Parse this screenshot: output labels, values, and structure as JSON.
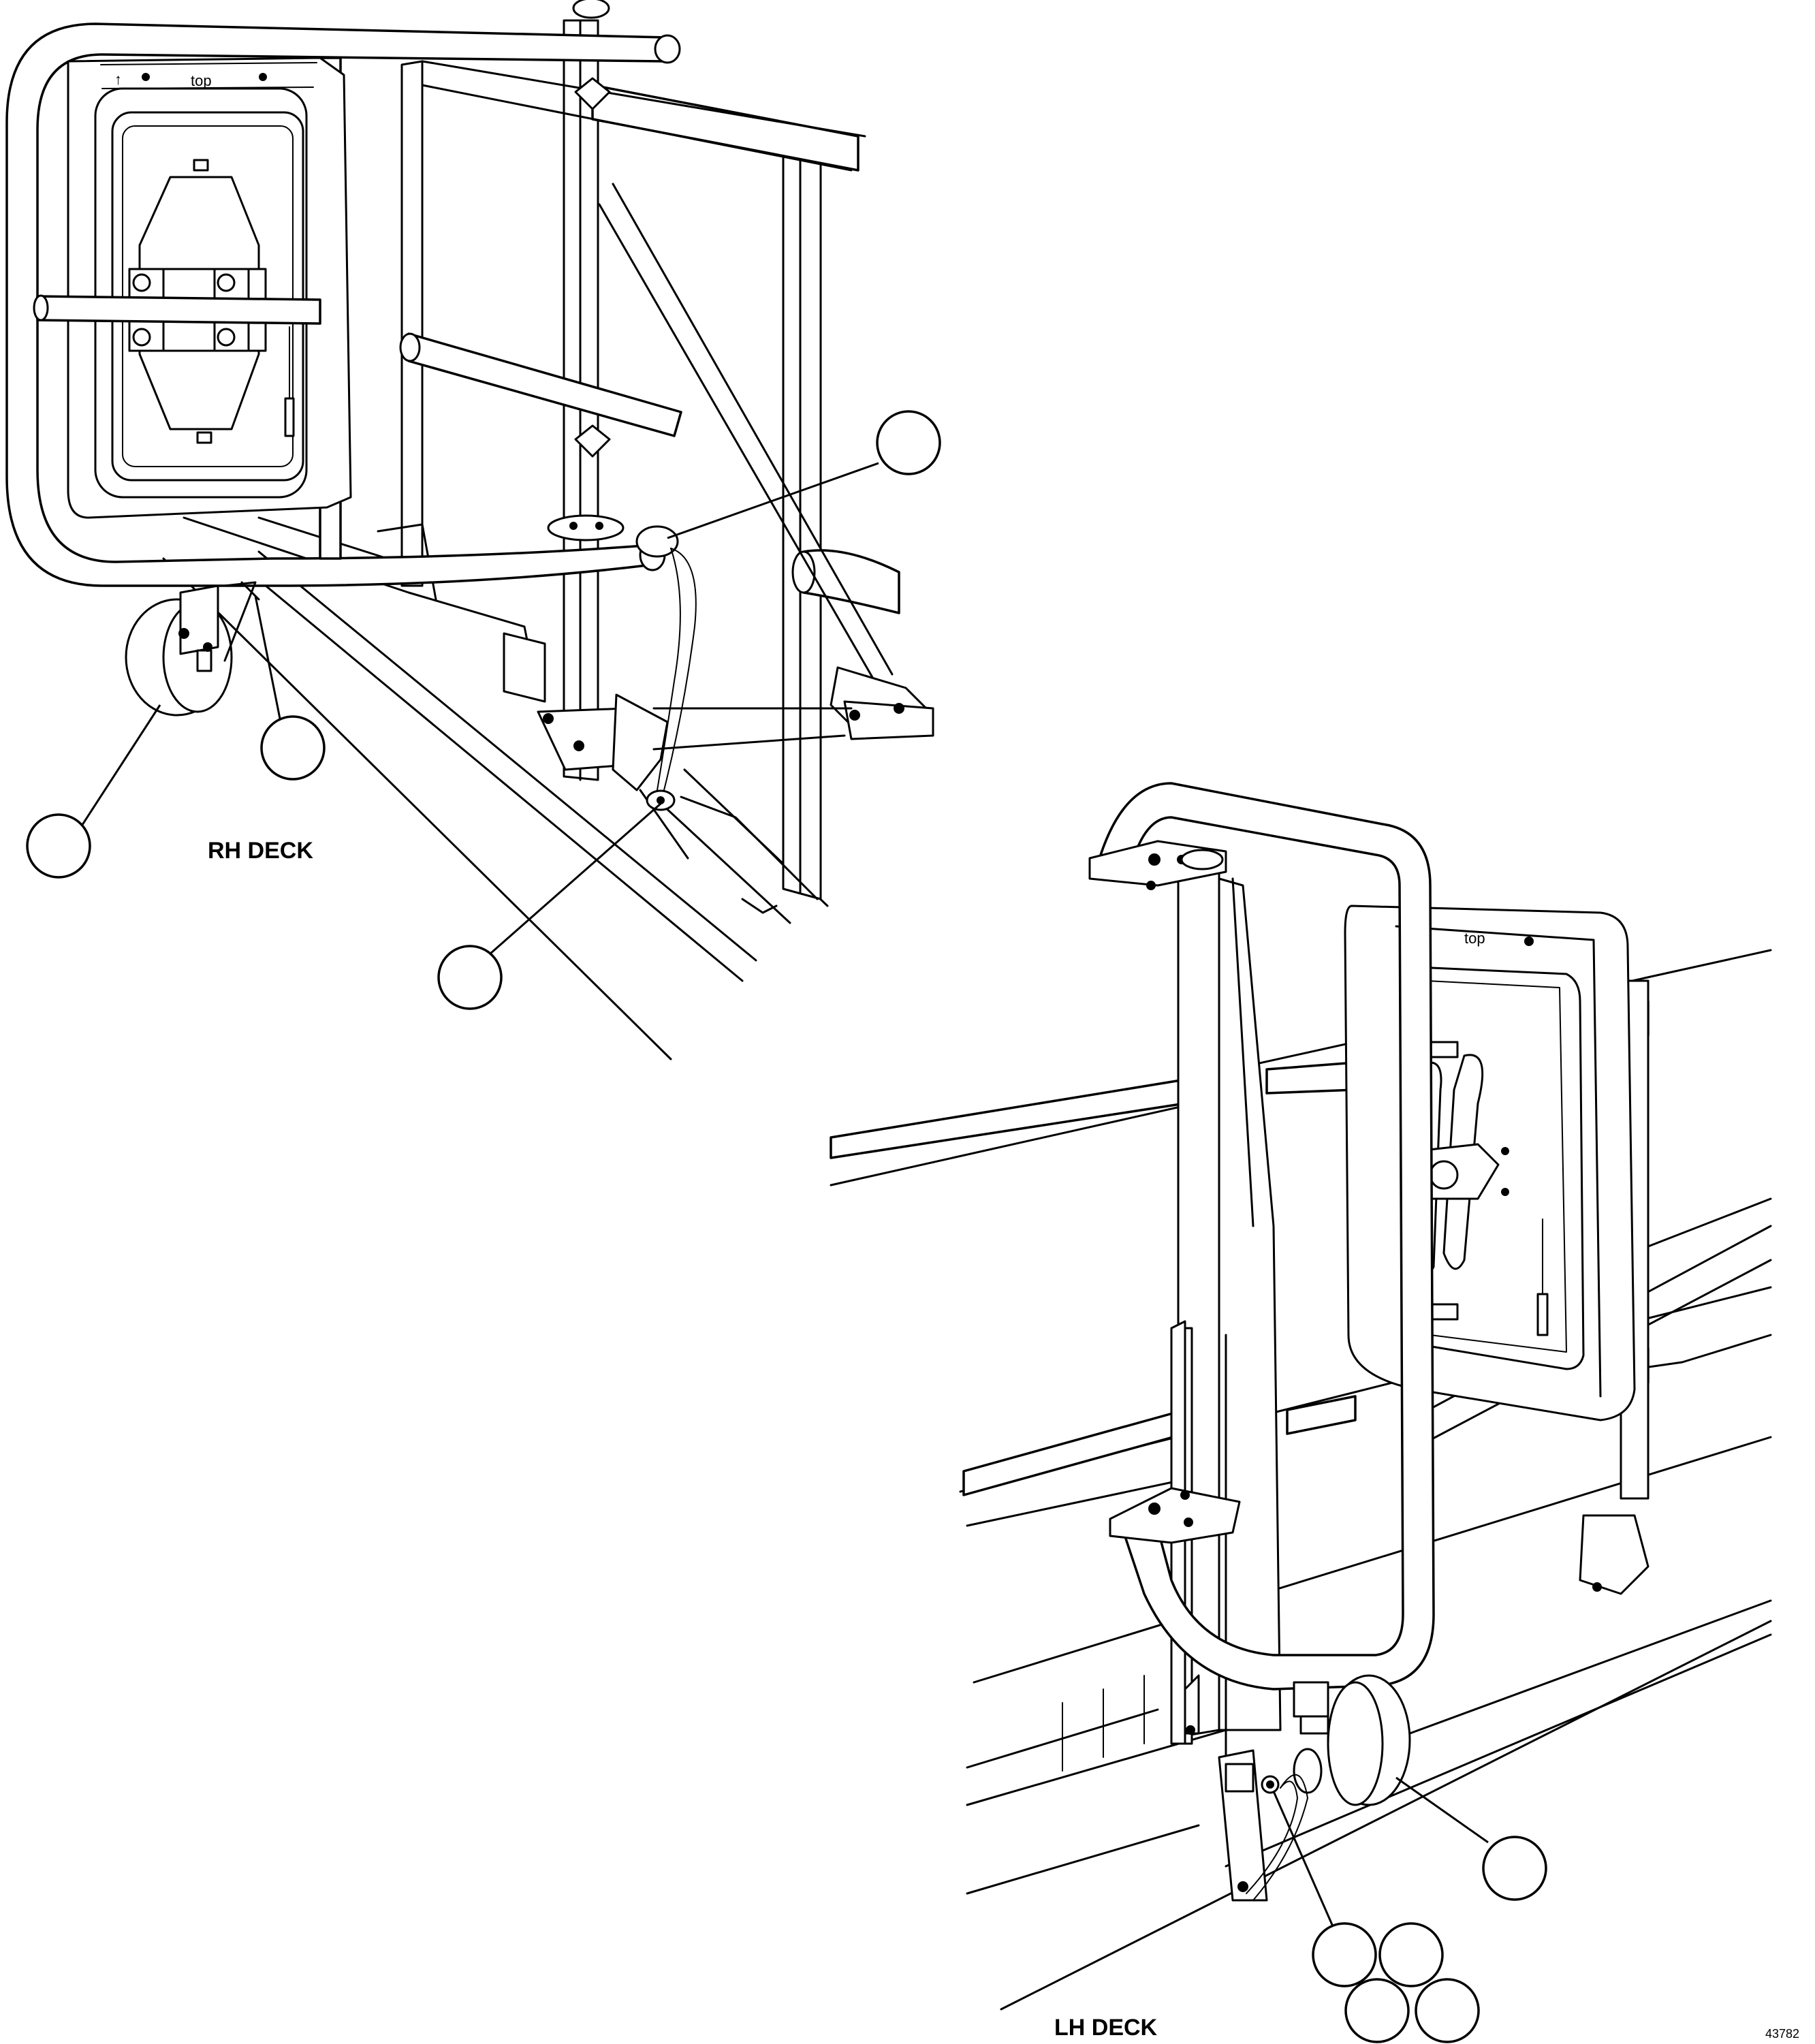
{
  "figure": {
    "rh_deck_label": "RH DECK",
    "lh_deck_label": "LH DECK",
    "figure_number": "43782",
    "rh_sticker_text": "top",
    "lh_sticker_text": "top",
    "rh_sticker_arrow": "↑",
    "callouts": {
      "rh_count": 4,
      "lh_count": 5,
      "labels_printed": false
    }
  }
}
